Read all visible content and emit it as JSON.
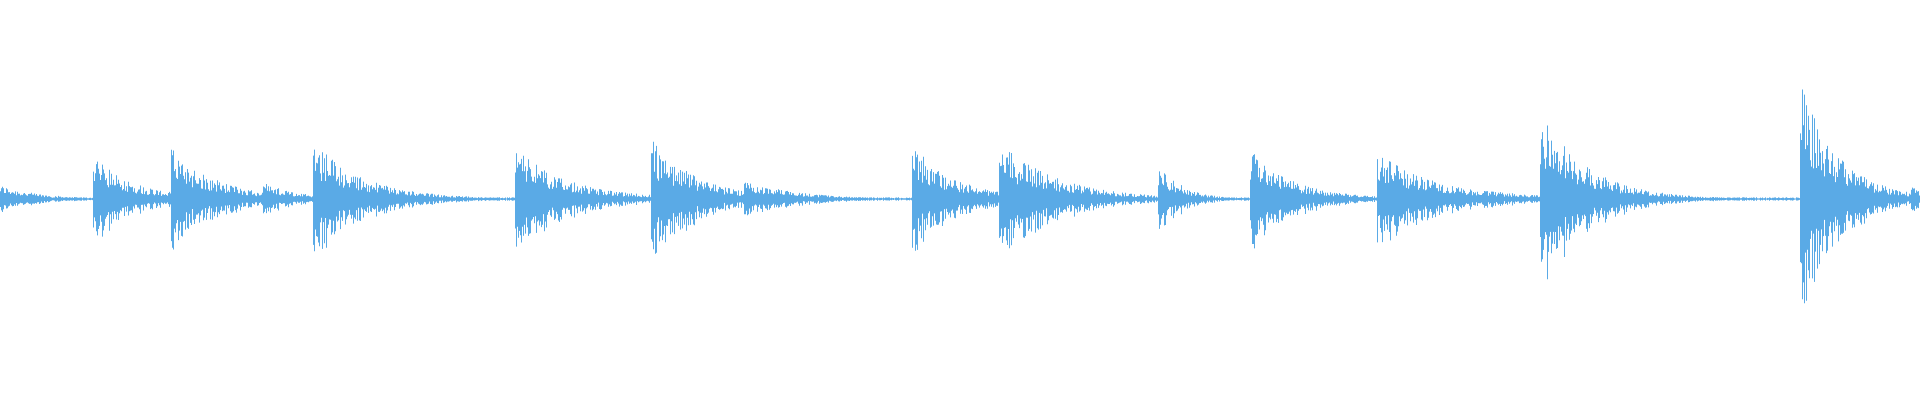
{
  "waveform": {
    "color": "#5aaae6",
    "background": "#ffffff",
    "duration_fraction_note": "",
    "onsets": [
      {
        "t": 0.0,
        "amp": 0.07,
        "decay": 0.02
      },
      {
        "t": 0.048,
        "amp": 0.22,
        "decay": 0.022
      },
      {
        "t": 0.089,
        "amp": 0.26,
        "decay": 0.024
      },
      {
        "t": 0.136,
        "amp": 0.09,
        "decay": 0.018
      },
      {
        "t": 0.163,
        "amp": 0.29,
        "decay": 0.026
      },
      {
        "t": 0.268,
        "amp": 0.26,
        "decay": 0.028
      },
      {
        "t": 0.339,
        "amp": 0.3,
        "decay": 0.024
      },
      {
        "t": 0.387,
        "amp": 0.1,
        "decay": 0.026
      },
      {
        "t": 0.475,
        "amp": 0.28,
        "decay": 0.022
      },
      {
        "t": 0.52,
        "amp": 0.29,
        "decay": 0.03
      },
      {
        "t": 0.603,
        "amp": 0.19,
        "decay": 0.012
      },
      {
        "t": 0.651,
        "amp": 0.26,
        "decay": 0.022
      },
      {
        "t": 0.717,
        "amp": 0.23,
        "decay": 0.034
      },
      {
        "t": 0.802,
        "amp": 0.45,
        "decay": 0.024
      },
      {
        "t": 0.937,
        "amp": 0.6,
        "decay": 0.02
      },
      {
        "t": 0.995,
        "amp": 0.12,
        "decay": 0.004
      }
    ],
    "noise_floor": 0.006
  }
}
